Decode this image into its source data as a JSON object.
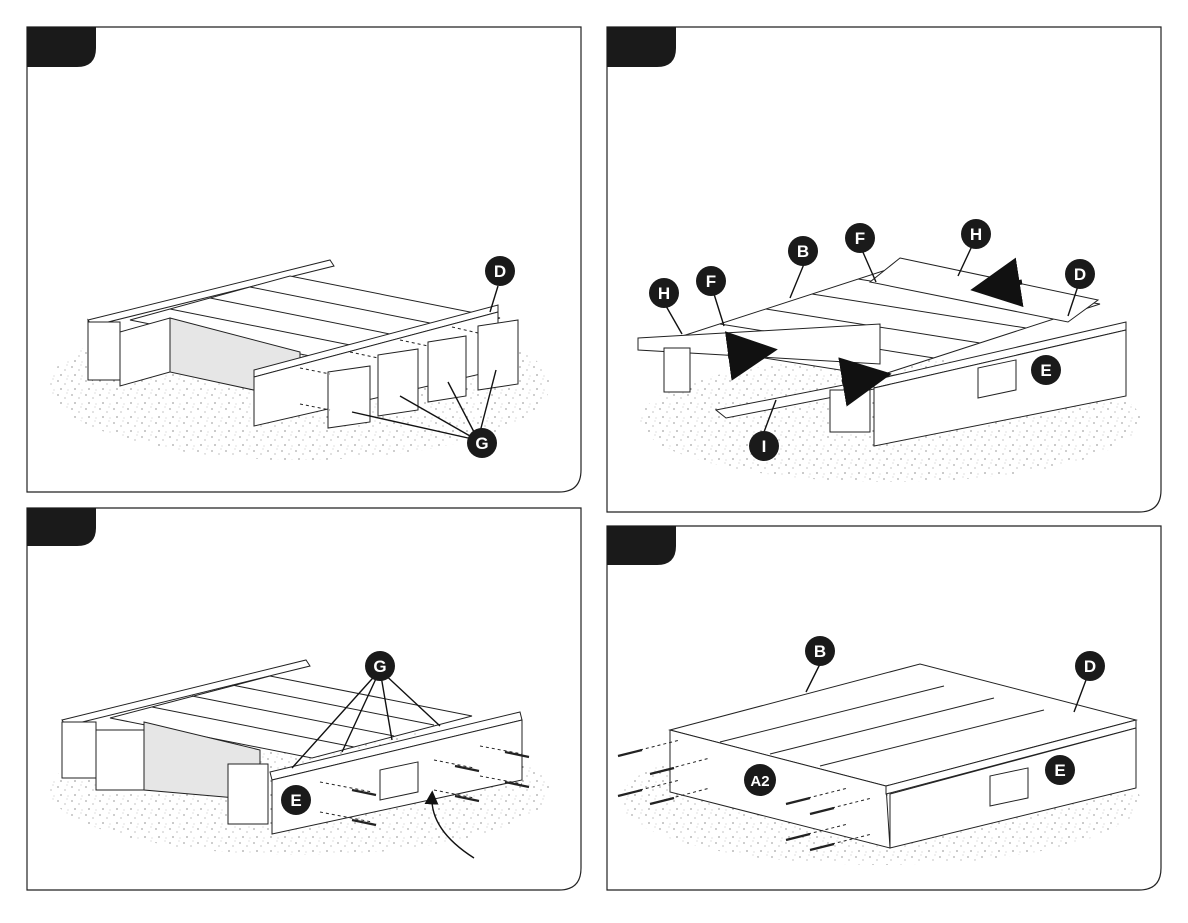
{
  "panels": [
    {
      "id": "step-panel-1",
      "callouts": [
        {
          "label": "D"
        },
        {
          "label": "G"
        }
      ]
    },
    {
      "id": "step-panel-2",
      "callouts": [
        {
          "label": "H"
        },
        {
          "label": "F"
        },
        {
          "label": "B"
        },
        {
          "label": "F"
        },
        {
          "label": "H"
        },
        {
          "label": "D"
        },
        {
          "label": "E"
        },
        {
          "label": "I"
        }
      ]
    },
    {
      "id": "step-panel-3",
      "callouts": [
        {
          "label": "G"
        },
        {
          "label": "E"
        }
      ]
    },
    {
      "id": "step-panel-4",
      "callouts": [
        {
          "label": "B"
        },
        {
          "label": "D"
        },
        {
          "label": "A2"
        },
        {
          "label": "E"
        }
      ]
    }
  ]
}
